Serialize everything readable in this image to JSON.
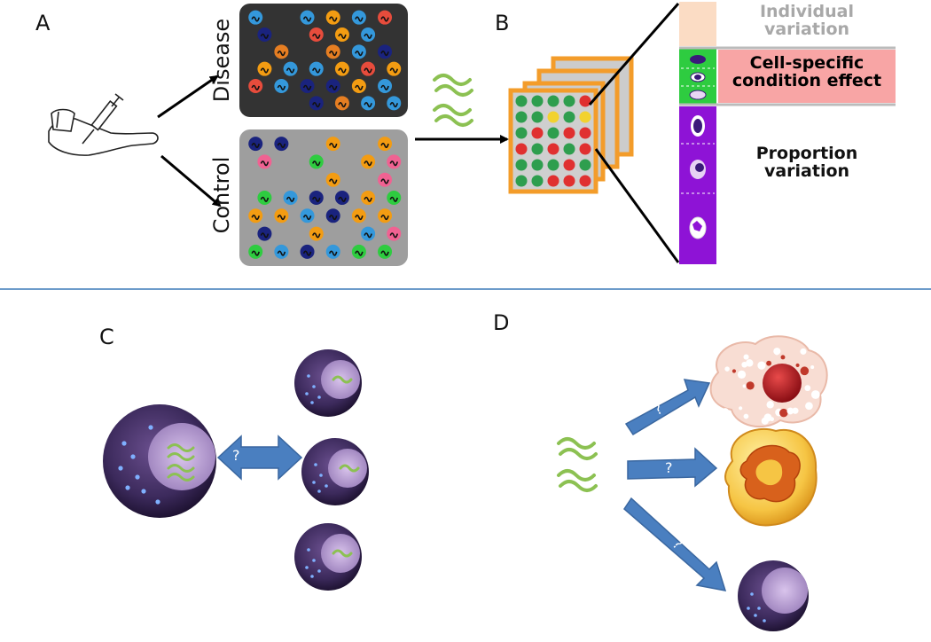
{
  "panels": {
    "a": "A",
    "b": "B",
    "c": "C",
    "d": "D"
  },
  "groups": {
    "disease": "Disease",
    "control": "Control"
  },
  "legend": {
    "individual": "Individual\nvariation",
    "condition": "Cell-specific\ncondition effect",
    "proportion": "Proportion\nvariation"
  },
  "question_mark": "?",
  "colors": {
    "disease_bg": "#333333",
    "control_bg": "#9e9e9e",
    "grid_frame": "#f39c2a",
    "rna": "#8cc152",
    "individual_band": "#fbdcc4",
    "condition_band": "#2ecc40",
    "condition_label_bg": "#f8a5a5",
    "proportion_band": "#8e13d6",
    "arrow_blue": "#4a7fc0",
    "divider": "#3b7ab8"
  },
  "icons": [
    "syringe-icon",
    "arm-icon",
    "rna-strand-icon",
    "cell-icon",
    "double-arrow-icon"
  ]
}
